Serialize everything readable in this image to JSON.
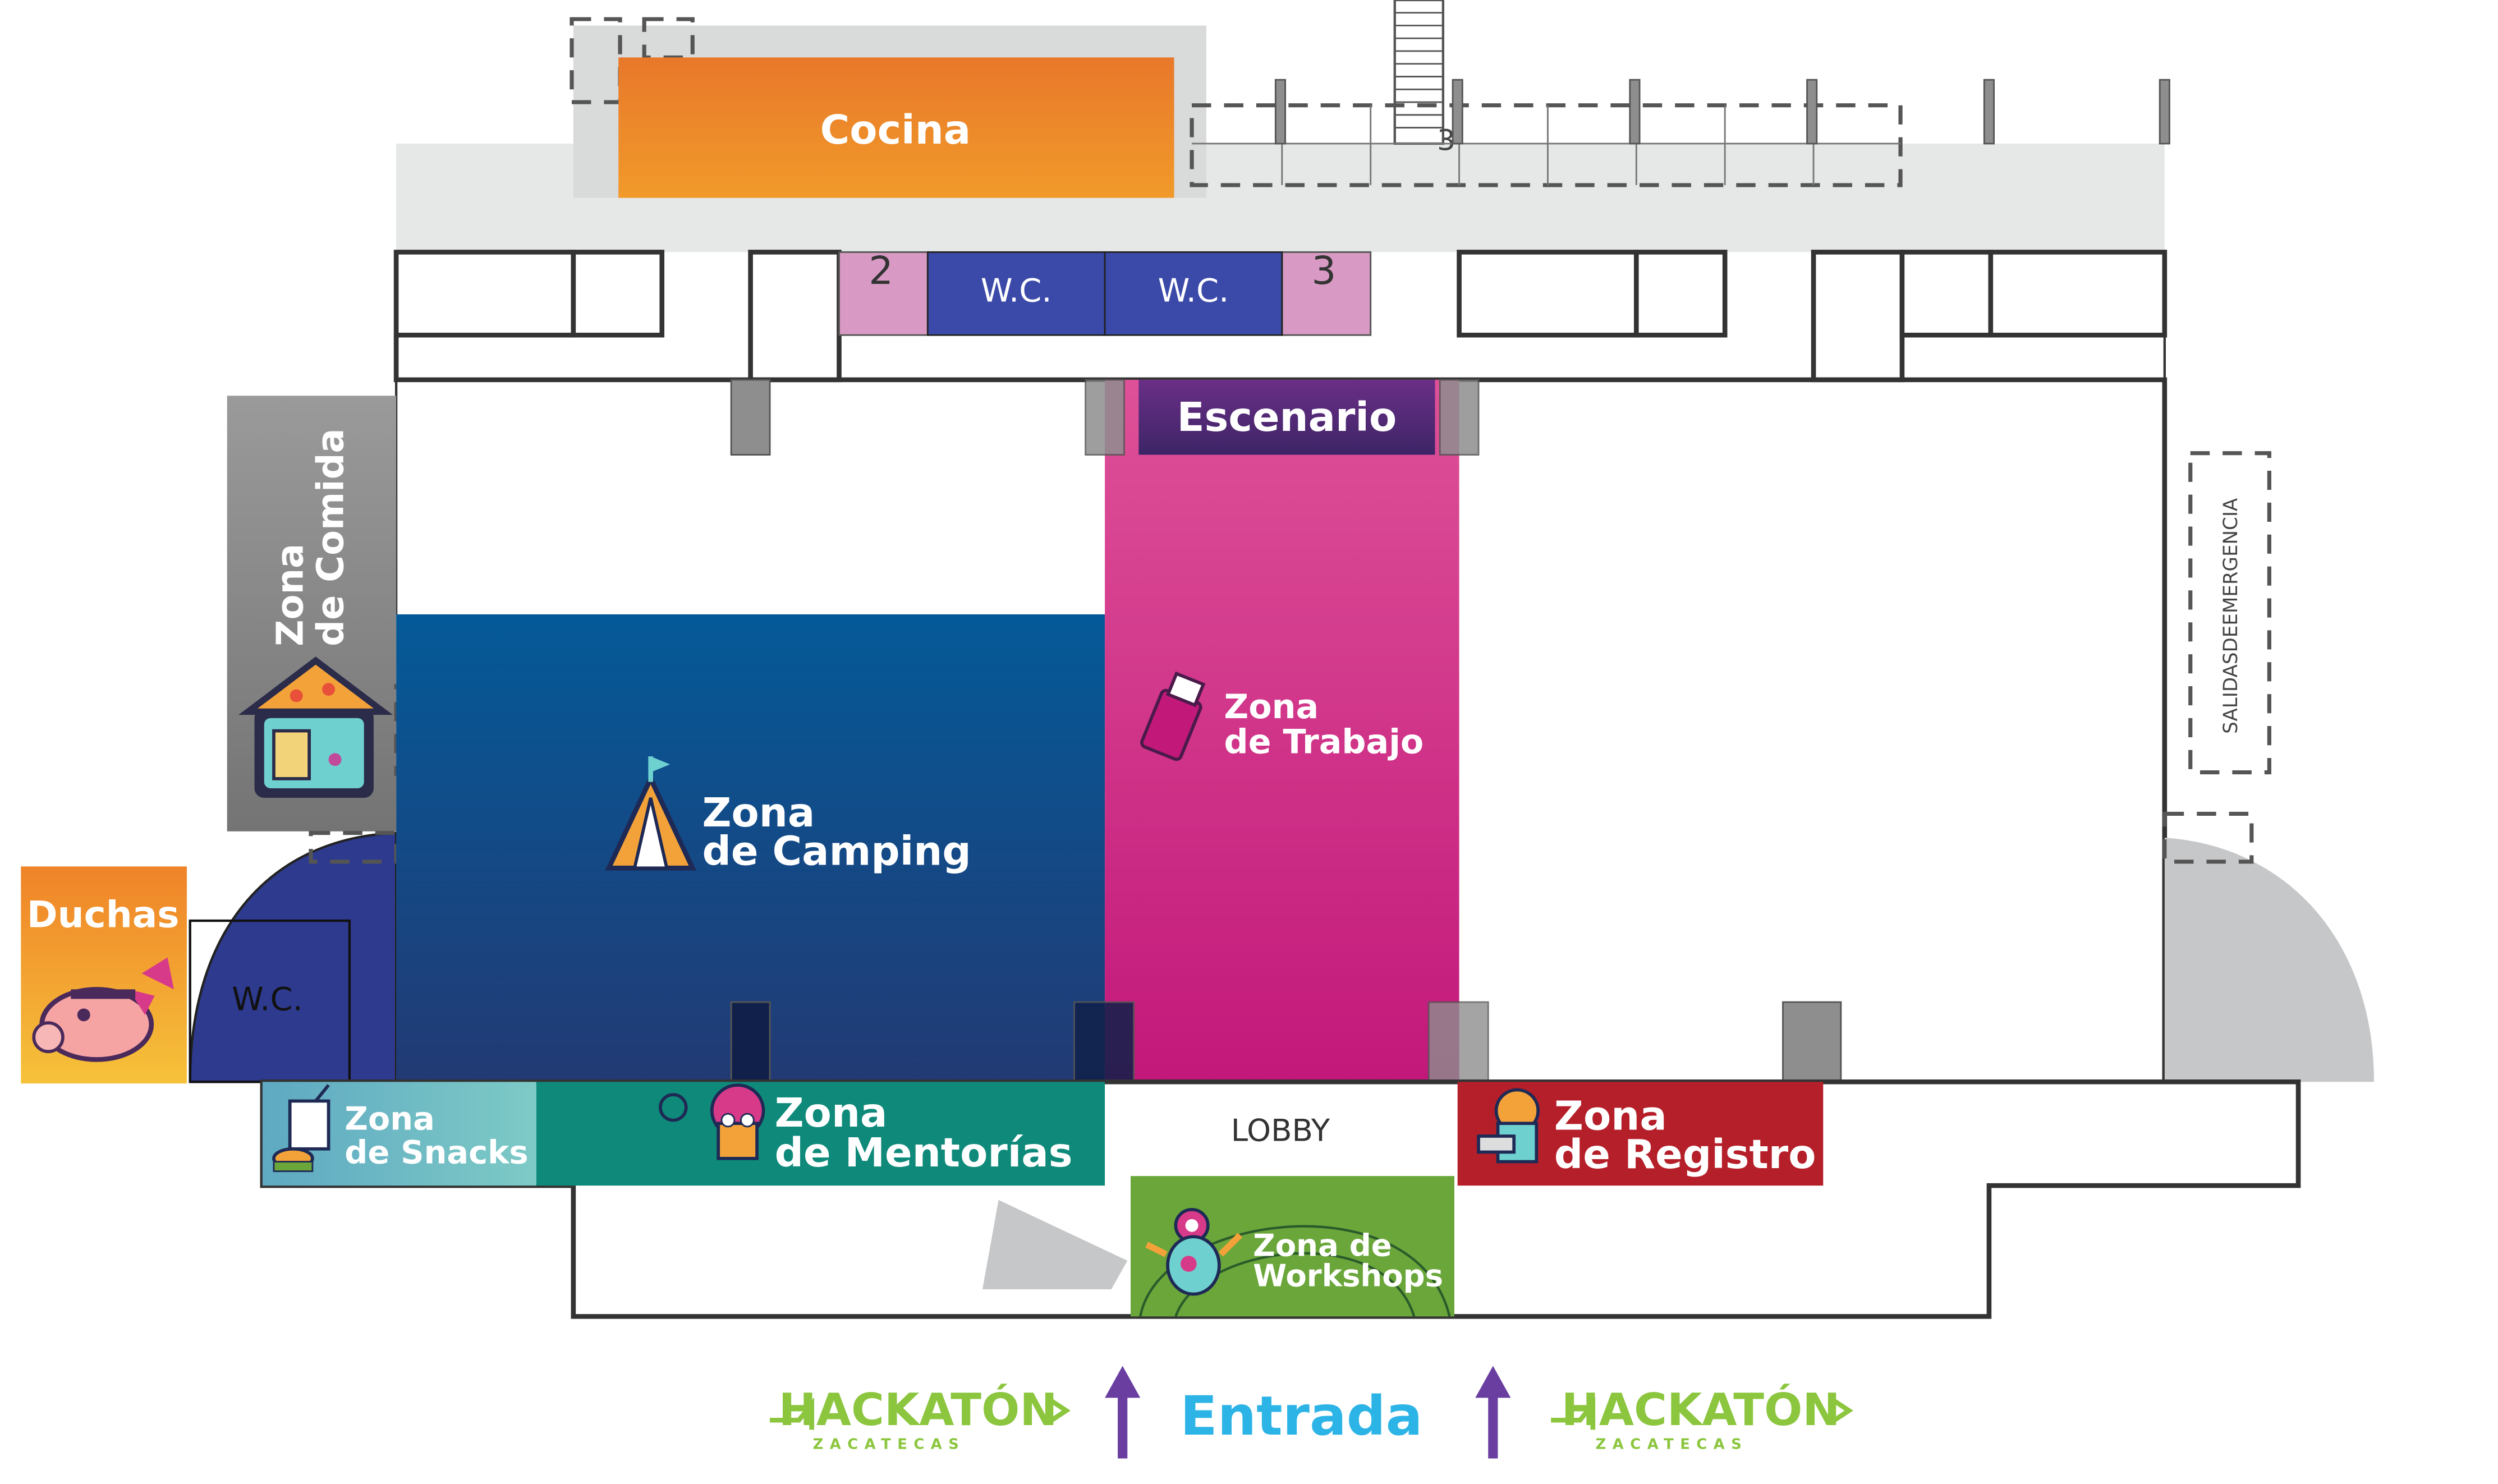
{
  "map": {
    "zones": {
      "cocina": "Cocina",
      "escenario": "Escenario",
      "comida": [
        "Zona",
        "de Comida"
      ],
      "duchas": "Duchas",
      "camping": [
        "Zona",
        "de Camping"
      ],
      "trabajo": [
        "Zona",
        "de Trabajo"
      ],
      "snacks": [
        "Zona",
        "de Snacks"
      ],
      "mentorias": [
        "Zona",
        "de Mentorías"
      ],
      "registro": [
        "Zona",
        "de Registro"
      ],
      "workshops": [
        "Zona de",
        "Workshops"
      ]
    },
    "labels": {
      "wc": "W.C.",
      "lobby": "LOBBY",
      "emergency_exit": "SALIDASDEEMERGENCIA",
      "stair_2": "2",
      "stair_3": "3",
      "stair_3_top": "3",
      "entrance": "Entrada"
    },
    "logos": {
      "hackaton_word": "HACKATÓN",
      "hackaton_sub": "ZACATECAS"
    },
    "colors": {
      "cocina": "#ef8a24",
      "escenario": "#4b2b7a",
      "comida": "#8e8e8e",
      "duchas": "#f2a22e",
      "camping": "#0f4f8c",
      "trabajo": "#d83a8a",
      "snacks": "#6cb8c4",
      "mentorias": "#0f8a7a",
      "registro": "#b51f2a",
      "workshops": "#6aa63a",
      "wc": "#3b4aa8",
      "stairs_pink": "#d89ac4",
      "entrance_text": "#2db4e6",
      "arrow": "#6a3ea0",
      "hackaton_green": "#8cc63f"
    }
  }
}
